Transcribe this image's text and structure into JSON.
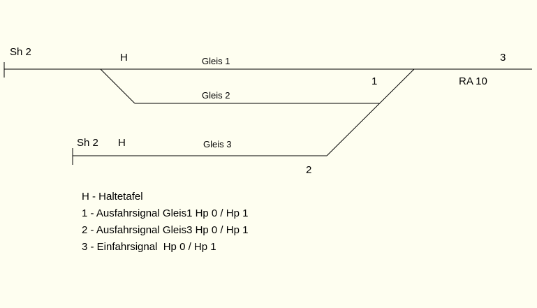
{
  "tracks": {
    "gleis1": "Gleis 1",
    "gleis2": "Gleis 2",
    "gleis3": "Gleis 3"
  },
  "signals": {
    "sh2_main": "Sh 2",
    "h_main": "H",
    "sh2_lower": "Sh 2",
    "h_lower": "H",
    "signal_1": "1",
    "signal_2": "2",
    "signal_3": "3",
    "ra10": "RA 10"
  },
  "legend": [
    "H - Haltetafel",
    "1 - Ausfahrsignal Gleis1 Hp 0 / Hp 1",
    "2 - Ausfahrsignal Gleis3 Hp 0 / Hp 1",
    "3 - Einfahrsignal  Hp 0 / Hp 1"
  ],
  "colors": {
    "background": "#fefef0",
    "line": "#000000"
  }
}
